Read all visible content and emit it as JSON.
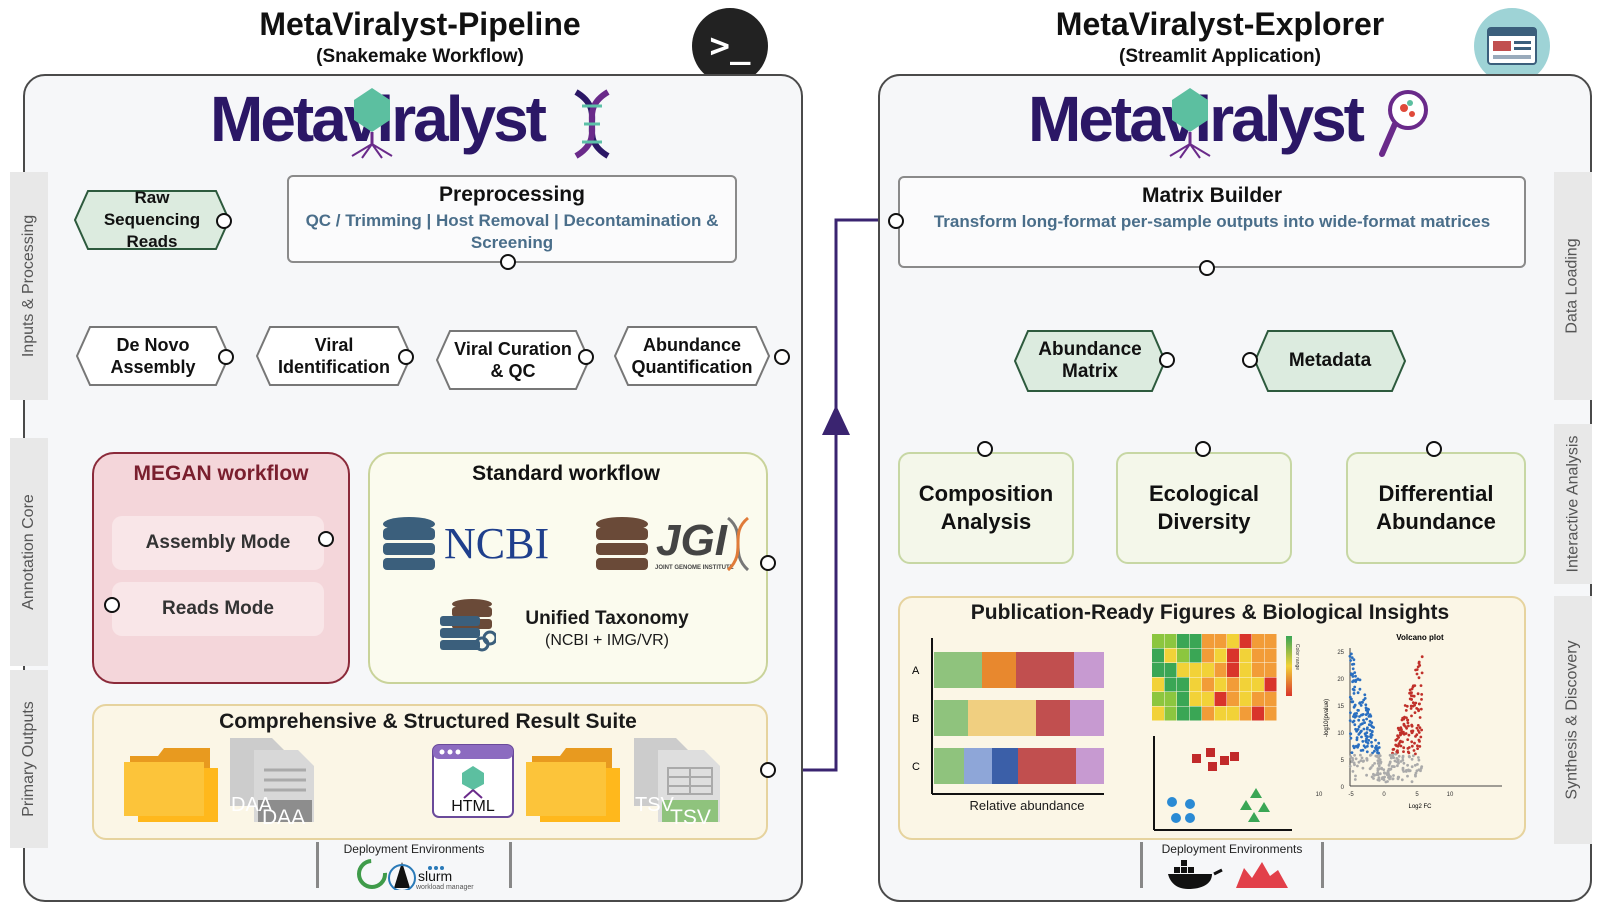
{
  "pipeline": {
    "title": "MetaViralyst-Pipeline",
    "subtitle": "(Snakemake Workflow)",
    "logo": "Metaviralyst",
    "terminal_glyph": ">_",
    "sidebar": [
      "Inputs & Processing",
      "Annotation Core",
      "Primary Outputs"
    ],
    "raw_reads": "Raw Sequencing Reads",
    "preprocessing": {
      "title": "Preprocessing",
      "steps": "QC / Trimming | Host Removal | Decontamination & Screening"
    },
    "steps": [
      "De Novo Assembly",
      "Viral Identification",
      "Viral Curation & QC",
      "Abundance Quantification"
    ],
    "megan": {
      "title": "MEGAN workflow",
      "modes": [
        "Assembly Mode",
        "Reads Mode"
      ]
    },
    "standard": {
      "title": "Standard workflow",
      "ncbi": "NCBI",
      "jgi": "JGI",
      "jgi_sub": "JOINT GENOME INSTITUTE",
      "taxonomy": "Unified Taxonomy",
      "taxonomy_sub": "(NCBI + IMG/VR)"
    },
    "results": {
      "title": "Comprehensive & Structured Result Suite",
      "file_labels": [
        "DAA",
        "DAA",
        "HTML",
        "TSV",
        "TSV"
      ]
    },
    "deployment": {
      "label": "Deployment Environments",
      "slurm": "slurm",
      "slurm_sub": "workload manager"
    }
  },
  "explorer": {
    "title": "MetaViralyst-Explorer",
    "subtitle": "(Streamlit Application)",
    "logo": "Metaviralyst",
    "sidebar": [
      "Data Loading",
      "Interactive Analysis",
      "Synthesis & Discovery"
    ],
    "matrix_builder": {
      "title": "Matrix Builder",
      "desc": "Transform long-format per-sample outputs into wide-format matrices"
    },
    "inputs": [
      "Abundance Matrix",
      "Metadata"
    ],
    "analyses": [
      "Composition Analysis",
      "Ecological Diversity",
      "Differential Abundance"
    ],
    "figures": {
      "title": "Publication-Ready Figures & Biological Insights",
      "bar_rows": [
        "A",
        "B",
        "C"
      ],
      "bar_xlabel": "Relative abundance",
      "heat_legend": "Color range",
      "volcano_title": "Volcano plot",
      "volcano_ylabel": "-log10(pvalue)",
      "volcano_xlabel": "Log2 FC",
      "volcano_yticks": [
        "25",
        "20",
        "15",
        "10",
        "5",
        "0"
      ],
      "volcano_xticks": [
        "-10",
        "-5",
        "0",
        "5",
        "10"
      ]
    },
    "deployment": {
      "label": "Deployment Environments"
    }
  },
  "colors": {
    "panel_bg": "#f6f7f9",
    "hex_green": "#dcebdf",
    "megan_red": "#f4d6da",
    "standard_bg": "#fbfbee",
    "accent_purple": "#3a2470",
    "logo_navy": "#2b1766"
  }
}
